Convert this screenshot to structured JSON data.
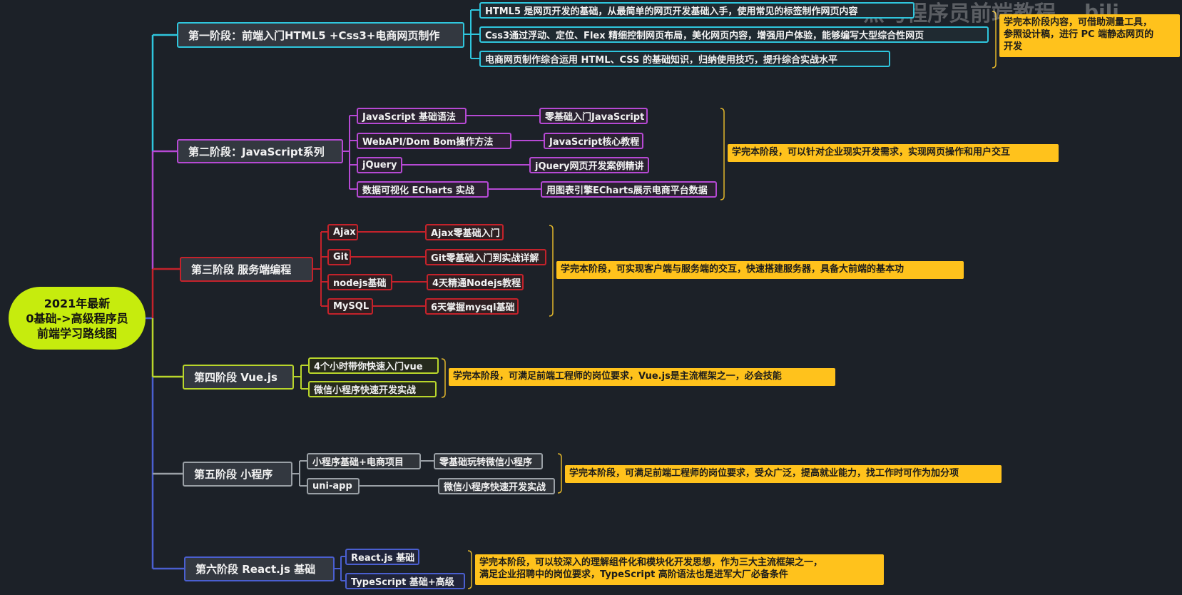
{
  "root": {
    "line1": "2021年最新",
    "line2": "0基础->高级程序员",
    "line3": "前端学习路线图"
  },
  "watermark": {
    "text": "黑马程序员前端教程",
    "logo": "bili"
  },
  "colors": {
    "stage1": "#2fc6dd",
    "stage2": "#b649d4",
    "stage3": "#c4222b",
    "stage4": "#b9d62b",
    "stage5": "#9aa0a6",
    "stage6": "#4a5fd0",
    "note": "#ffc21c"
  },
  "stages": [
    {
      "title": "第一阶段：前端入门HTML5 +Css3+电商网页制作",
      "items": [
        "HTML5 是网页开发的基础，从最简单的网页开发基础入手，使用常见的标签制作网页内容",
        "Css3通过浮动、定位、Flex 精细控制网页布局，美化网页内容，增强用户体验，能够编写大型综合性网页",
        "电商网页制作综合运用 HTML、CSS 的基础知识，归纳使用技巧，提升综合实战水平"
      ],
      "note": "学完本阶段内容，可借助测量工具，参照设计稿，进行 PC 端静态网页的开发",
      "note_lines": [
        "学完本阶段内容，可借助测量工具，",
        "参照设计稿，进行 PC 端静态网页的",
        "开发"
      ]
    },
    {
      "title": "第二阶段：JavaScript系列",
      "topics": [
        {
          "name": "JavaScript 基础语法",
          "course": "零基础入门JavaScript"
        },
        {
          "name": "WebAPI/Dom Bom操作方法",
          "course": "JavaScript核心教程"
        },
        {
          "name": "jQuery",
          "course": "jQuery网页开发案例精讲"
        },
        {
          "name": "数据可视化 ECharts 实战",
          "course": "用图表引擎ECharts展示电商平台数据"
        }
      ],
      "note": "学完本阶段，可以针对企业现实开发需求，实现网页操作和用户交互"
    },
    {
      "title": "第三阶段 服务端编程",
      "topics": [
        {
          "name": "Ajax",
          "course": "Ajax零基础入门"
        },
        {
          "name": "Git",
          "course": "Git零基础入门到实战详解"
        },
        {
          "name": "nodejs基础",
          "course": "4天精通Nodejs教程"
        },
        {
          "name": "MySQL",
          "course": "6天掌握mysql基础"
        }
      ],
      "note": "学完本阶段，可实现客户端与服务端的交互，快速搭建服务器，具备大前端的基本功"
    },
    {
      "title": "第四阶段 Vue.js",
      "items": [
        "4个小时带你快速入门vue",
        "微信小程序快速开发实战"
      ],
      "note": "学完本阶段，可满足前端工程师的岗位要求，Vue.js是主流框架之一，必会技能"
    },
    {
      "title": "第五阶段 小程序",
      "topics": [
        {
          "name": "小程序基础+电商项目",
          "course": "零基础玩转微信小程序"
        },
        {
          "name": "uni-app",
          "course": "微信小程序快速开发实战"
        }
      ],
      "note": "学完本阶段，可满足前端工程师的岗位要求，受众广泛，提高就业能力，找工作时可作为加分项"
    },
    {
      "title": "第六阶段 React.js 基础",
      "items": [
        "React.js 基础",
        "TypeScript 基础+高级"
      ],
      "note": "学完本阶段，可以较深入的理解组件化和模块化开发思想，作为三大主流框架之一，满足企业招聘中的岗位要求，TypeScript 高阶语法也是进军大厂必备条件",
      "note_lines": [
        "学完本阶段，可以较深入的理解组件化和模块化开发思想，作为三大主流框架之一，",
        "满足企业招聘中的岗位要求，TypeScript 高阶语法也是进军大厂必备条件"
      ]
    }
  ]
}
